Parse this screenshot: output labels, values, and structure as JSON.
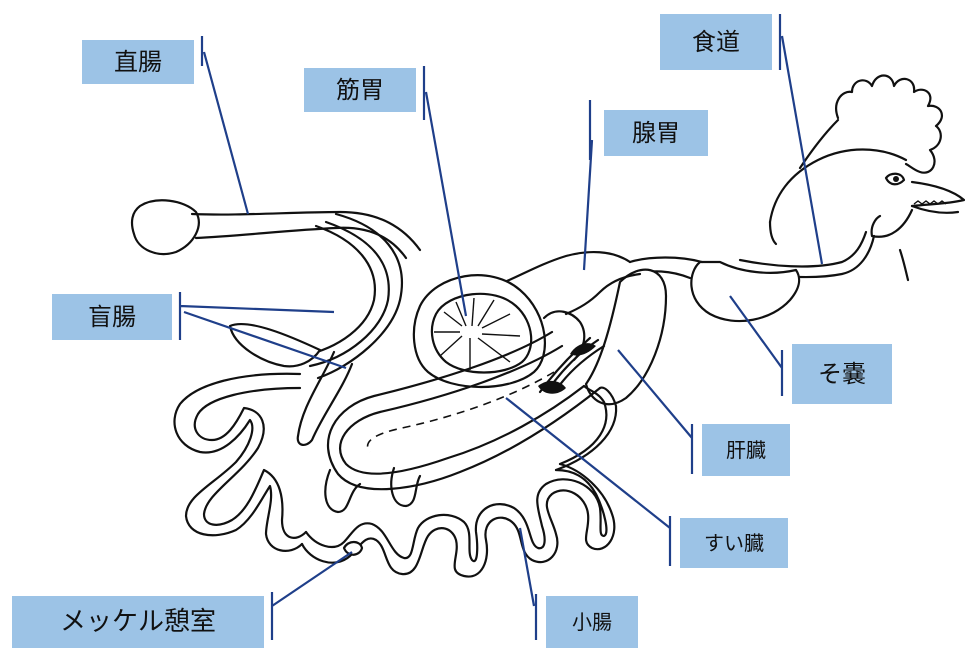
{
  "labels": {
    "rectum": "直腸",
    "gizzard": "筋胃",
    "proventriculus": "腺胃",
    "esophagus": "食道",
    "cecum": "盲腸",
    "crop": "そ嚢",
    "liver": "肝臓",
    "pancreas": "すい臓",
    "meckel": "メッケル憩室",
    "small_intestine": "小腸"
  }
}
